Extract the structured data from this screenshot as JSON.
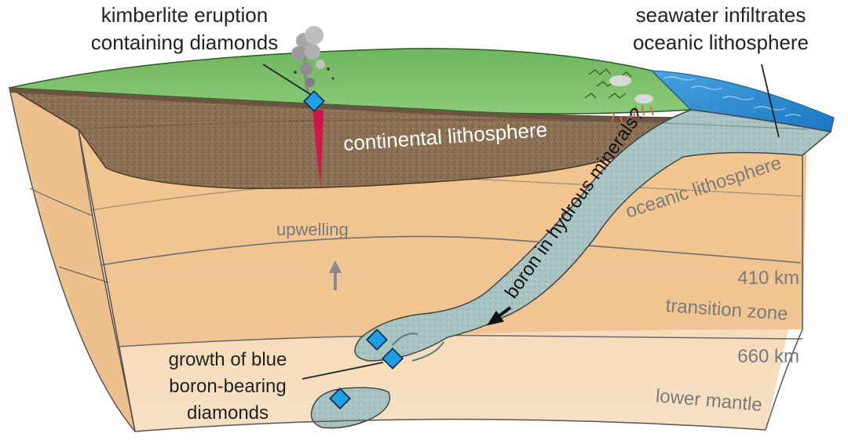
{
  "labels": {
    "kimberlite_line1": "kimberlite eruption",
    "kimberlite_line2": "containing diamonds",
    "seawater_line1": "seawater infiltrates",
    "seawater_line2": "oceanic lithosphere",
    "continental_lithosphere": "continental lithosphere",
    "oceanic_lithosphere": "oceanic lithosphere",
    "boron_hydrous": "boron in hydrous minerals?",
    "upwelling": "upwelling",
    "depth_410": "410 km",
    "transition_zone": "transition zone",
    "depth_660": "660 km",
    "lower_mantle": "lower mantle",
    "growth_line1": "growth of blue",
    "growth_line2": "boron-bearing",
    "growth_line3": "diamonds"
  },
  "colors": {
    "land_surface": "#7cc06a",
    "continental_crust": "#8e7356",
    "upper_mantle": "#f1c896",
    "lower_mantle": "#f4d8b2",
    "slab": "#a9c7c7",
    "ocean": "#2f8fd4",
    "diamond": "#1ea0e6",
    "dike": "#d0164a"
  },
  "icons": [
    "diamond-icon",
    "eruption-plume-icon",
    "arrow-up-icon",
    "arrow-down-left-icon"
  ]
}
